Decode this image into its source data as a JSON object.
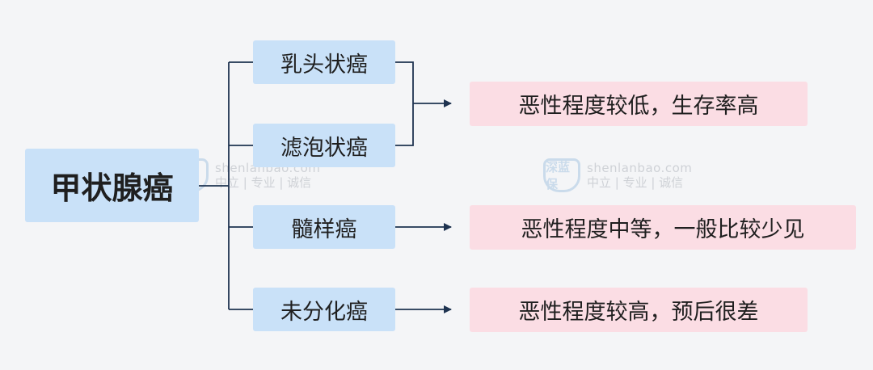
{
  "diagram": {
    "root": "甲状腺癌",
    "types": [
      "乳头状癌",
      "滤泡状癌",
      "髓样癌",
      "未分化癌"
    ],
    "results": [
      "恶性程度较低，生存率高",
      "恶性程度中等，一般比较少见",
      "恶性程度较高，预后很差"
    ]
  },
  "watermark": {
    "logo_text": "深蓝保",
    "site": "shenlanbao.com",
    "slogan": "中立 | 专业 | 诚信"
  },
  "colors": {
    "type_box": "#c9e1f8",
    "result_box": "#fbdde4",
    "connector": "#1e3350",
    "background": "#f4f5f7"
  }
}
